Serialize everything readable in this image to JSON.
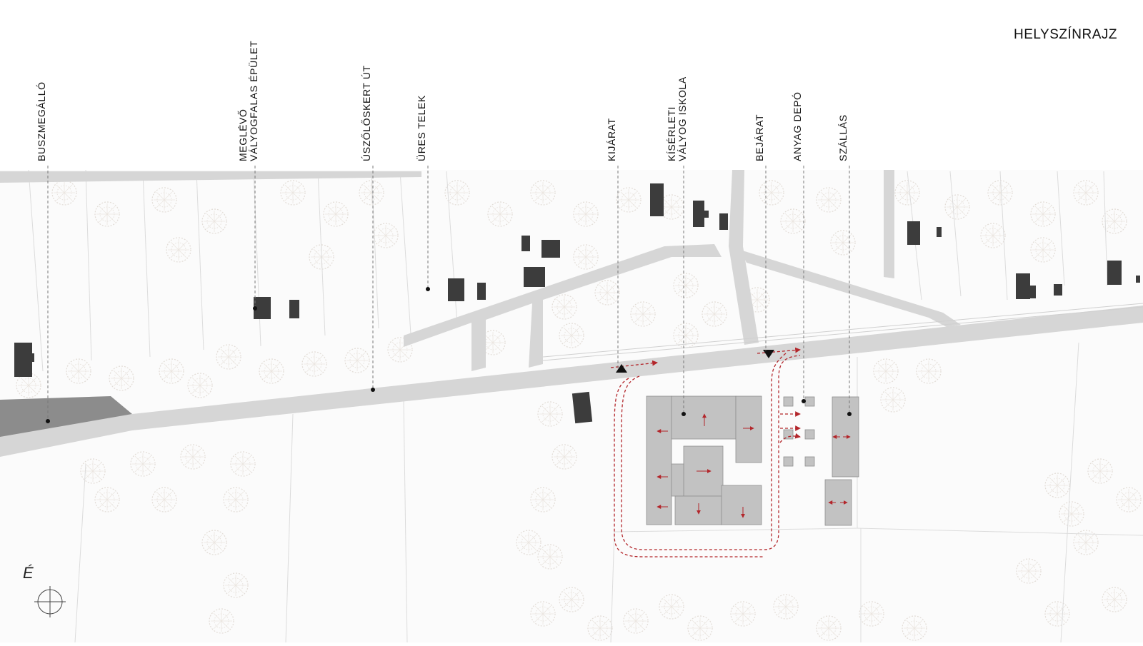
{
  "title": "HELYSZÍNRAJZ",
  "north_label": "É",
  "labels": [
    {
      "id": "bus-stop",
      "lines": [
        "BUSZMEGÁLLÓ"
      ]
    },
    {
      "id": "existing-building",
      "lines": [
        "MEGLÉVŐ",
        "VÁLYOGFALAS ÉPÜLET"
      ]
    },
    {
      "id": "vineyard-road",
      "lines": [
        "ÚSZŐLŐSKERT ÚT"
      ]
    },
    {
      "id": "empty-plot",
      "lines": [
        "ÜRES TELEK"
      ]
    },
    {
      "id": "exit",
      "lines": [
        "KIJÁRAT"
      ]
    },
    {
      "id": "school",
      "lines": [
        "KÍSÉRLETI",
        "VÁLYOG ISKOLA"
      ]
    },
    {
      "id": "entrance",
      "lines": [
        "BEJÁRAT"
      ]
    },
    {
      "id": "depot",
      "lines": [
        "ANYAG DEPÓ"
      ]
    },
    {
      "id": "lodging",
      "lines": [
        "SZÁLLÁS"
      ]
    }
  ],
  "colors": {
    "road": "#d6d6d6",
    "building_dark": "#3c3c3c",
    "building_new": "#c2c2c2",
    "tree": "#e2dcd6",
    "route": "#b3262b",
    "leader": "#777777"
  }
}
